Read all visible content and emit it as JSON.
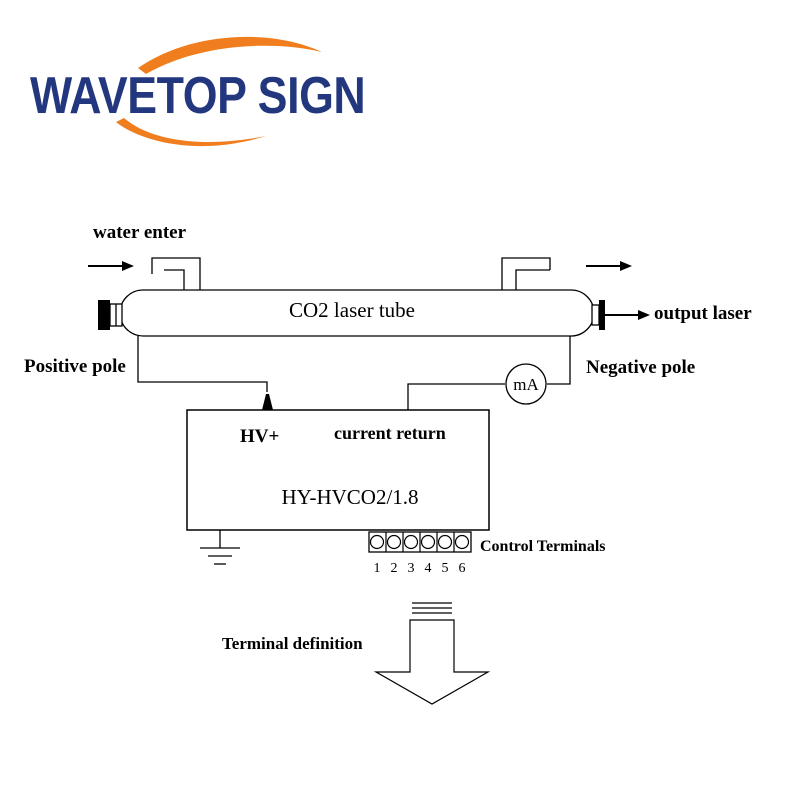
{
  "logo": {
    "text": "WAVETOP SIGN",
    "text_color": "#23377f",
    "swoosh_color": "#f07e1e"
  },
  "diagram": {
    "labels": {
      "water_enter": "water enter",
      "tube": "CO2 laser tube",
      "output_laser": "output laser",
      "positive_pole": "Positive pole",
      "negative_pole": "Negative pole",
      "meter": "mA",
      "hv_plus": "HV+",
      "current_return": "current return",
      "model": "HY-HVCO2/1.8",
      "control_terminals": "Control Terminals",
      "terminal_definition": "Terminal definition"
    },
    "terminals": [
      "1",
      "2",
      "3",
      "4",
      "5",
      "6"
    ]
  }
}
